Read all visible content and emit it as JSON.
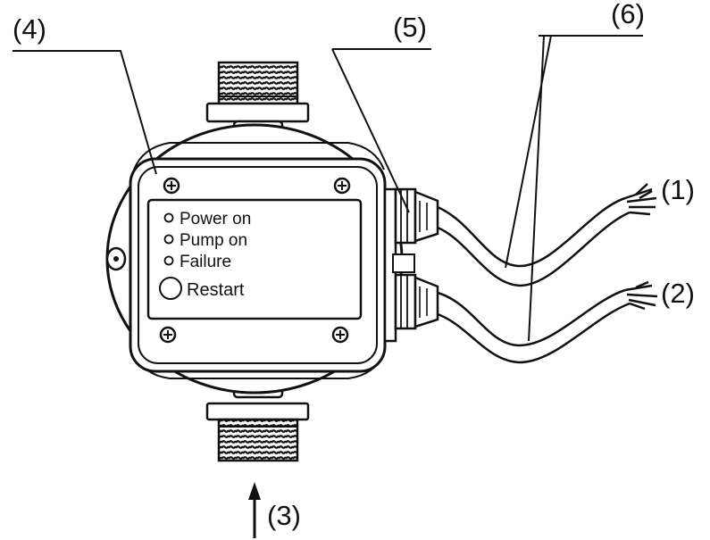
{
  "callouts": {
    "c4": "(4)",
    "c5": "(5)",
    "c6": "(6)",
    "c1": "(1)",
    "c2": "(2)",
    "c3": "(3)"
  },
  "panel": {
    "power_on": "Power on",
    "pump_on": "Pump on",
    "failure": "Failure",
    "restart": "Restart"
  }
}
